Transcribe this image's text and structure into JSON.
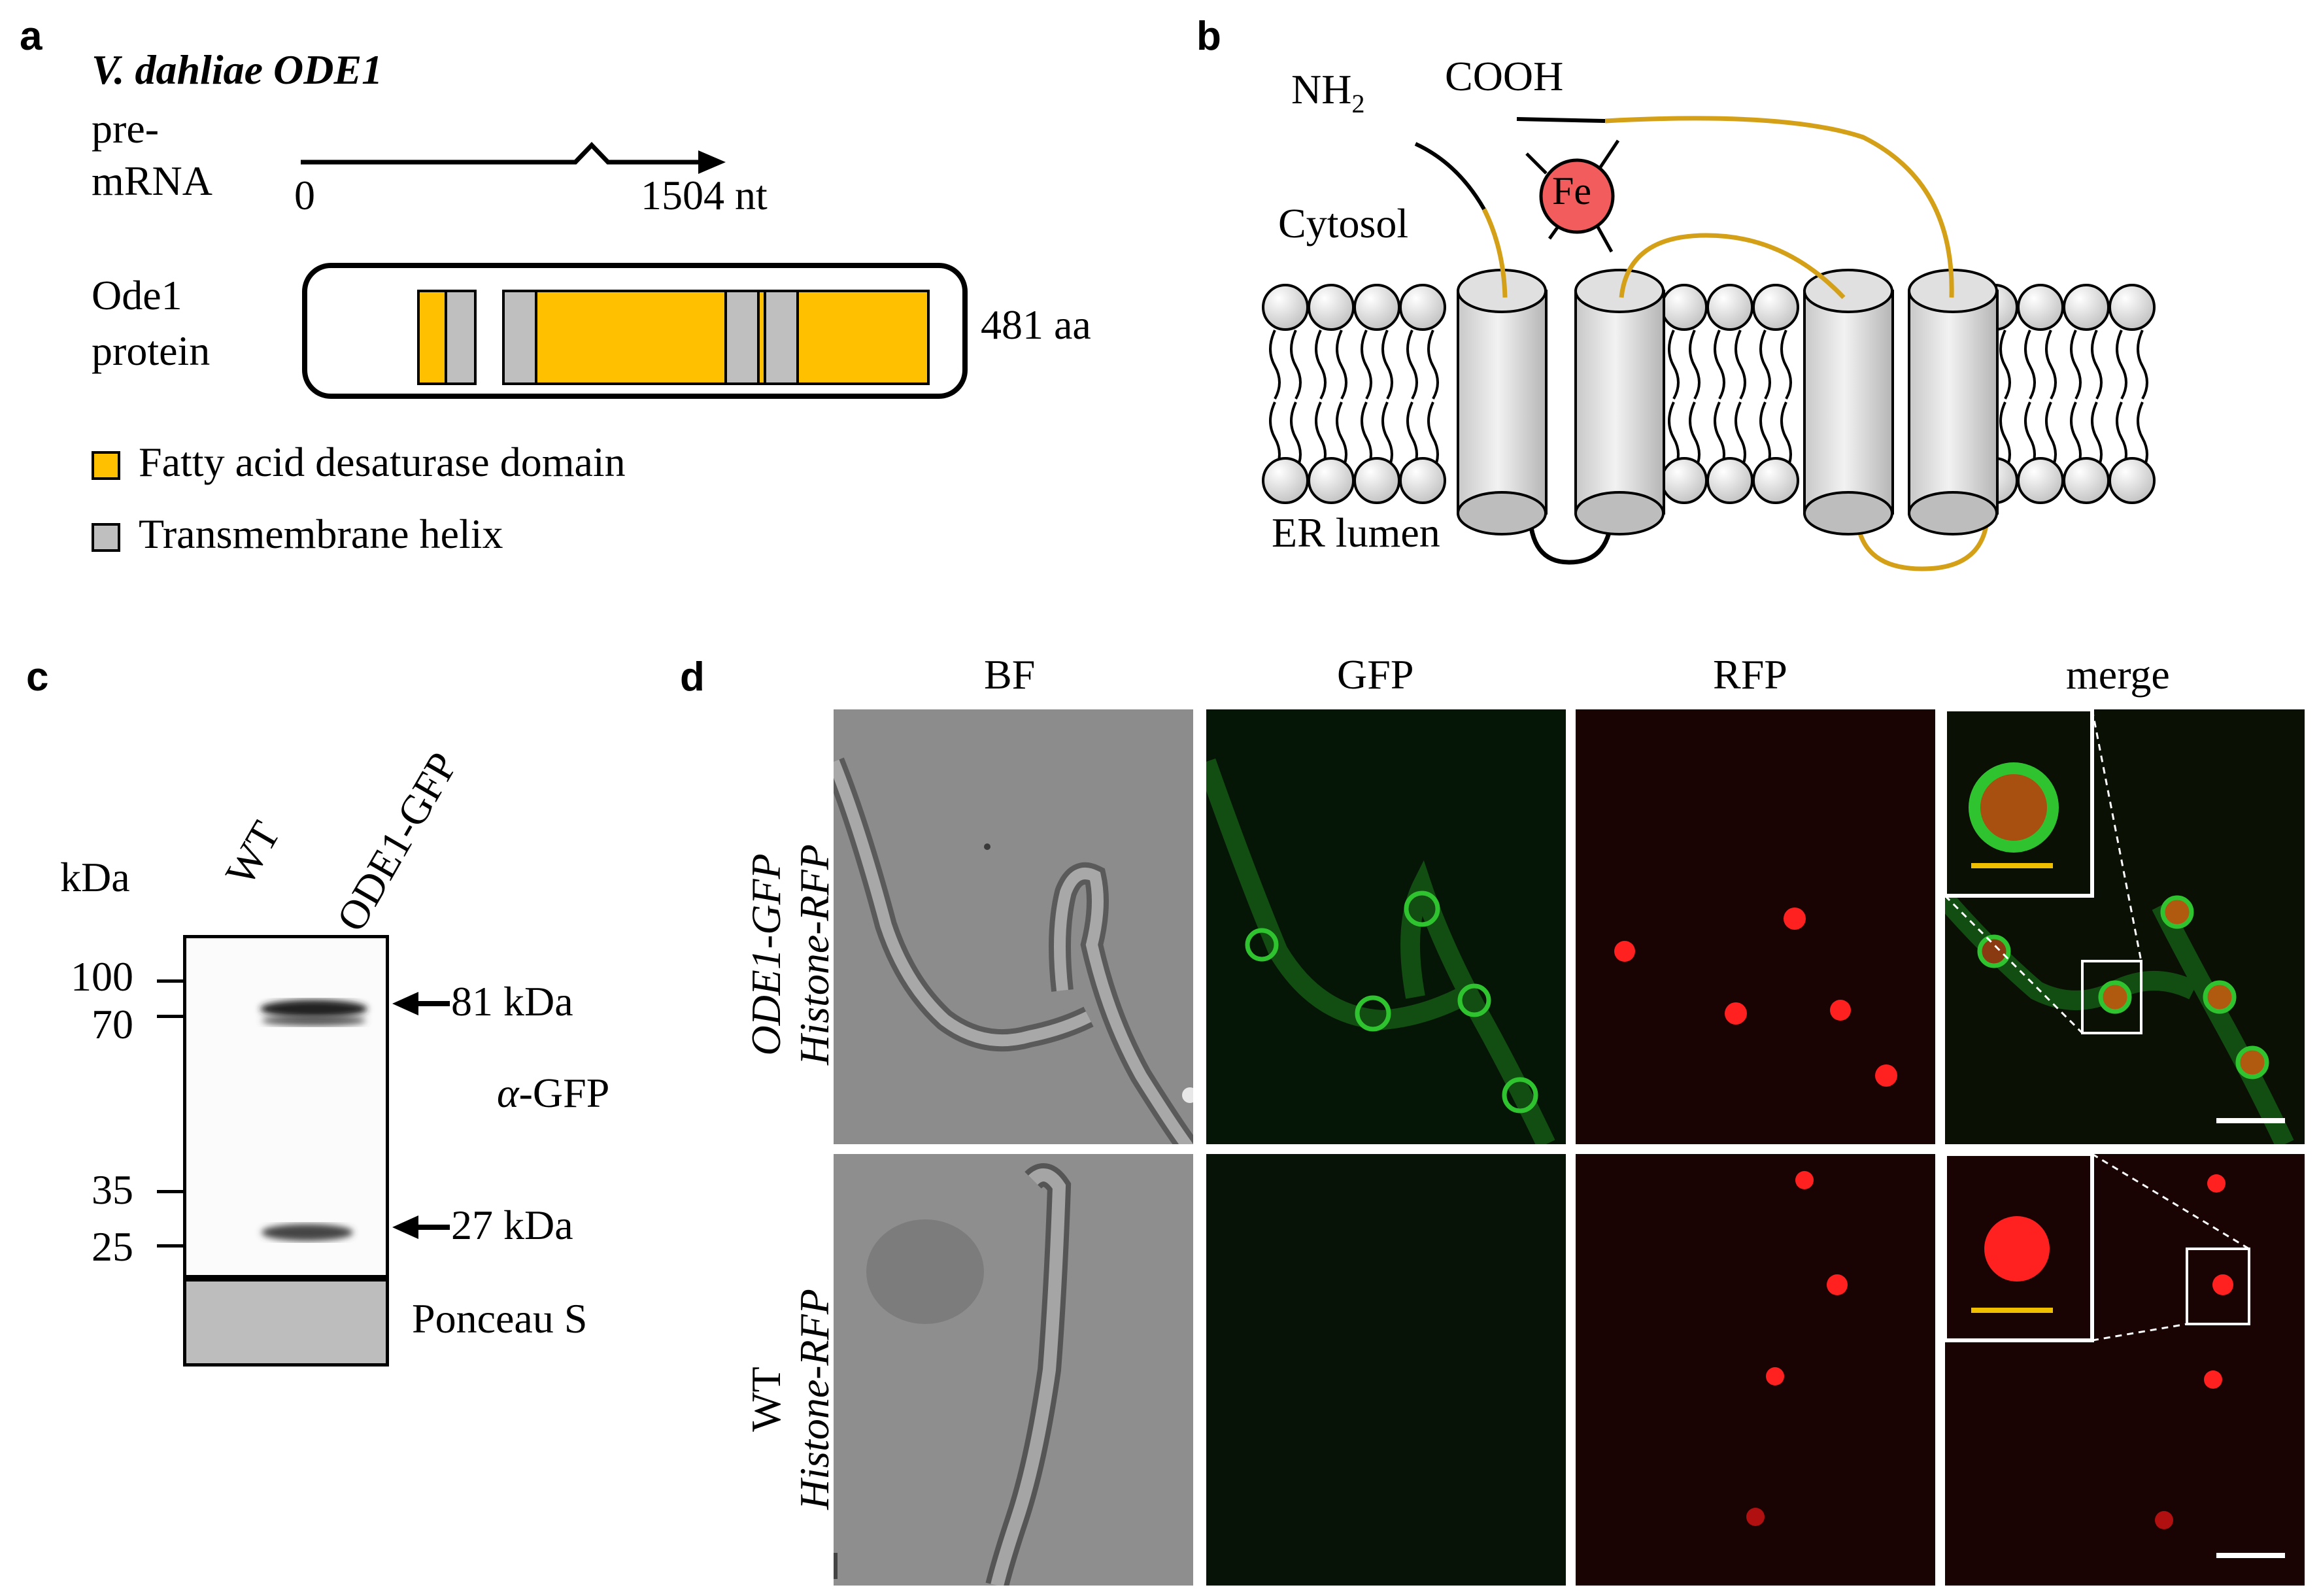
{
  "panels": {
    "a": "a",
    "b": "b",
    "c": "c",
    "d": "d"
  },
  "panel_a": {
    "gene_title": "V. dahliae ODE1",
    "premrna_label_1": "pre-",
    "premrna_label_2": "mRNA",
    "axis_start": "0",
    "axis_end": "1504 nt",
    "protein_label_1": "Ode1",
    "protein_label_2": "protein",
    "protein_length": "481 aa",
    "legend": [
      {
        "label": "Fatty acid desaturase domain",
        "color": "#ffc000"
      },
      {
        "label": "Transmembrane helix",
        "color": "#bfbfbf"
      }
    ]
  },
  "panel_b": {
    "nh2": "NH",
    "nh2_sub": "2",
    "cooh": "COOH",
    "fe": "Fe",
    "cytosol": "Cytosol",
    "er_lumen": "ER lumen",
    "colors": {
      "chain": "#d4a017",
      "iron": "#f25c5c",
      "helix": "#d9d9d9"
    }
  },
  "panel_c": {
    "unit": "kDa",
    "lanes": [
      "WT",
      "ODE1-GFP"
    ],
    "markers": [
      "100",
      "70",
      "35",
      "25"
    ],
    "band_labels": [
      "81 kDa",
      "27 kDa"
    ],
    "antibody_prefix": "α",
    "antibody_suffix": "-GFP",
    "loading": "Ponceau S"
  },
  "panel_d": {
    "columns": [
      "BF",
      "GFP",
      "RFP",
      "merge"
    ],
    "rows": [
      {
        "line1": "ODE1-GFP",
        "line2": "Histone-RFP"
      },
      {
        "line1": "WT",
        "line2": "Histone-RFP"
      }
    ],
    "colors": {
      "gfp": "#2fc42f",
      "rfp": "#ff2020",
      "scalebar_main": "#ffffff",
      "scalebar_inset": "#f0c000"
    }
  }
}
